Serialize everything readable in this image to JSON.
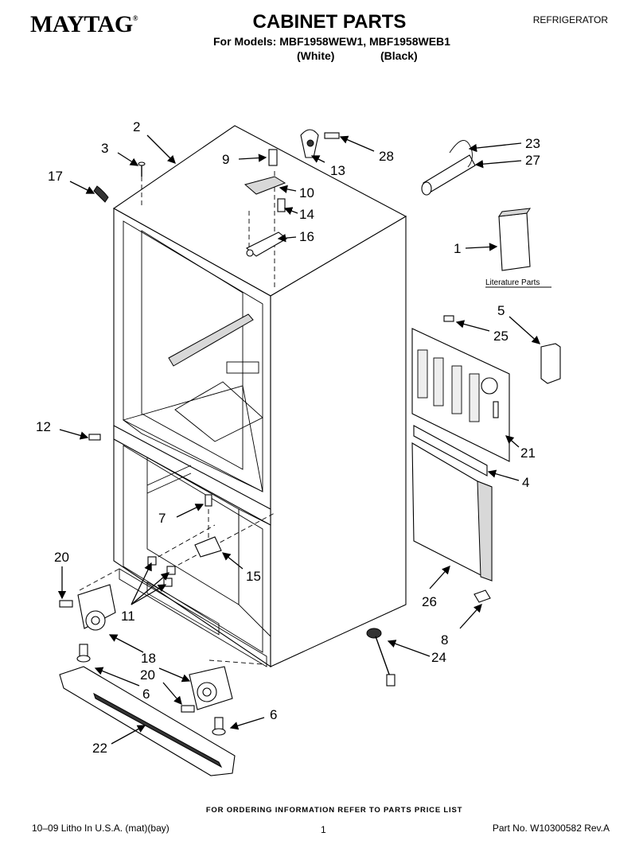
{
  "header": {
    "brand": "MAYTAG",
    "brand_mark": "®",
    "title": "CABINET PARTS",
    "models": "For Models: MBF1958WEW1, MBF1958WEB1",
    "variant_white": "(White)",
    "variant_black": "(Black)",
    "category": "REFRIGERATOR"
  },
  "diagram": {
    "literature_label": "Literature Parts",
    "callouts": {
      "c1": "1",
      "c2": "2",
      "c3": "3",
      "c4": "4",
      "c5": "5",
      "c6a": "6",
      "c6b": "6",
      "c7": "7",
      "c8": "8",
      "c9": "9",
      "c10": "10",
      "c11": "11",
      "c12": "12",
      "c13": "13",
      "c14": "14",
      "c15": "15",
      "c16": "16",
      "c17": "17",
      "c18": "18",
      "c20a": "20",
      "c20b": "20",
      "c21": "21",
      "c22": "22",
      "c23": "23",
      "c24": "24",
      "c25": "25",
      "c26": "26",
      "c27": "27",
      "c28": "28"
    }
  },
  "footer": {
    "ordering_note": "FOR ORDERING INFORMATION REFER TO PARTS PRICE LIST",
    "litho": "10–09 Litho In U.S.A. (mat)(bay)",
    "page": "1",
    "part_no": "Part No. W10300582 Rev.A"
  }
}
